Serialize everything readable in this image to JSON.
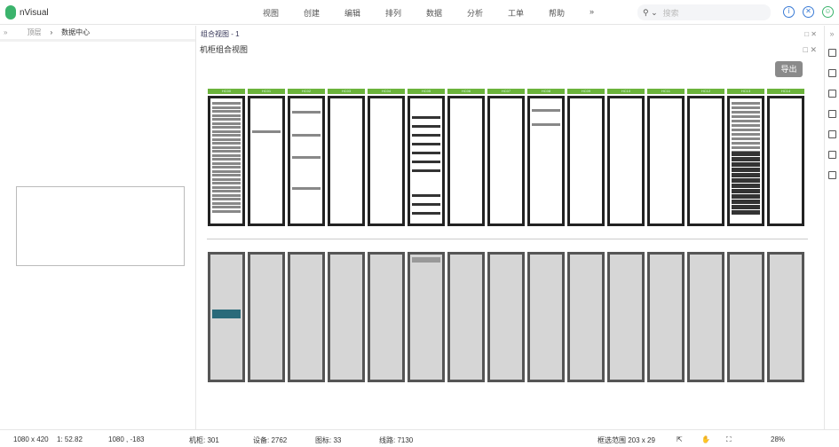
{
  "app": {
    "name": "nVisual"
  },
  "menu": [
    "视图",
    "创建",
    "编辑",
    "排列",
    "数据",
    "分析",
    "工单",
    "帮助"
  ],
  "search": {
    "placeholder": "搜索"
  },
  "breadcrumb": {
    "root": "顶层",
    "current": "数据中心"
  },
  "tab": {
    "title": "组合视图 - 1"
  },
  "view": {
    "title": "机柜组合视图",
    "export_label": "导出"
  },
  "racks": [
    "HC00",
    "HC01",
    "HC02",
    "HC03",
    "HC04",
    "HC05",
    "HC06",
    "HC07",
    "HC08",
    "HC09",
    "HC10",
    "HC11",
    "HC12",
    "HC13",
    "HC14"
  ],
  "status": {
    "size": "1080 x 420",
    "scale": "1: 52.82",
    "coords": "1080 , -183",
    "racks": "机柜: 301",
    "devices": "设备: 2762",
    "icons": "图标: 33",
    "lines": "线路: 7130",
    "selection": "框选范围  203 x 29",
    "zoom": "28%"
  },
  "colors": {
    "accent": "#6bb33b"
  }
}
